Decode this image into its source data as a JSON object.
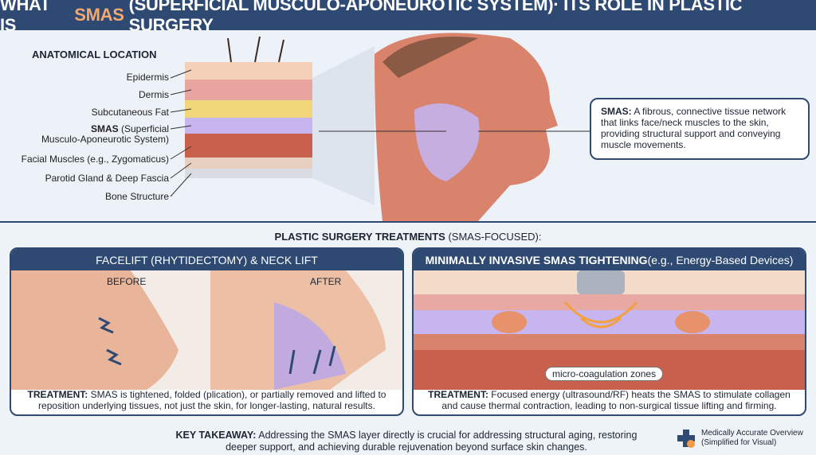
{
  "header": {
    "prefix": "WHAT IS",
    "accent": "SMAS",
    "suffix": "(SUPERFICIAL MUSCULO-APONEUROTIC SYSTEM)· ITS ROLE IN PLASTIC SURGERY"
  },
  "anatomy": {
    "title": "ANATOMICAL LOCATION",
    "layers": [
      "Epidermis",
      "Dermis",
      "Subcutaneous Fat"
    ],
    "smas_bold": "SMAS",
    "smas_rest": " (Superficial",
    "smas_line2": "Musculo-Aponeurotic System)",
    "layers2": [
      "Facial Muscles (e.g., Zygomaticus)",
      "Parotid Gland & Deep Fascia",
      "Bone Structure"
    ]
  },
  "callout": {
    "bold": "SMAS:",
    "text": " A fibrous, connective tissue network that links face/neck muscles to the skin, providing structural support and conveying muscle movements."
  },
  "treatments": {
    "title_bold": "PLASTIC SURGERY TREATMENTS",
    "title_rest": " (SMAS-FOCUSED):"
  },
  "facelift": {
    "header": "FACELIFT (RHYTIDECTOMY) & NECK LIFT",
    "before": "BEFORE",
    "after": "AFTER",
    "bold": "TREATMENT:",
    "text": " SMAS is tightened, folded (plication), or partially removed and lifted to reposition underlying tissues, not just the skin, for longer-lasting, natural results."
  },
  "minimal": {
    "header_bold": "MINIMALLY INVASIVE SMAS TIGHTENING",
    "header_rest": " (e.g., Energy-Based Devices)",
    "zone_label": "micro-coagulation zones",
    "bold": "TREATMENT:",
    "text": " Focused energy (ultrasound/RF) heats the SMAS to stimulate collagen and cause thermal contraction, leading to non-surgical tissue lifting and firming."
  },
  "footer": {
    "bold": "KEY TAKEAWAY:",
    "text": " Addressing the SMAS layer directly is crucial for addressing structural aging, restoring deeper support, and achieving durable rejuvenation beyond surface skin changes.",
    "badge_line1": "Medically Accurate Overview",
    "badge_line2": "(Simplified for Visual)"
  },
  "colors": {
    "navy": "#2e4a73",
    "accent": "#f2a86e",
    "smas": "#b9a6e6",
    "muscle": "#d06a55"
  }
}
